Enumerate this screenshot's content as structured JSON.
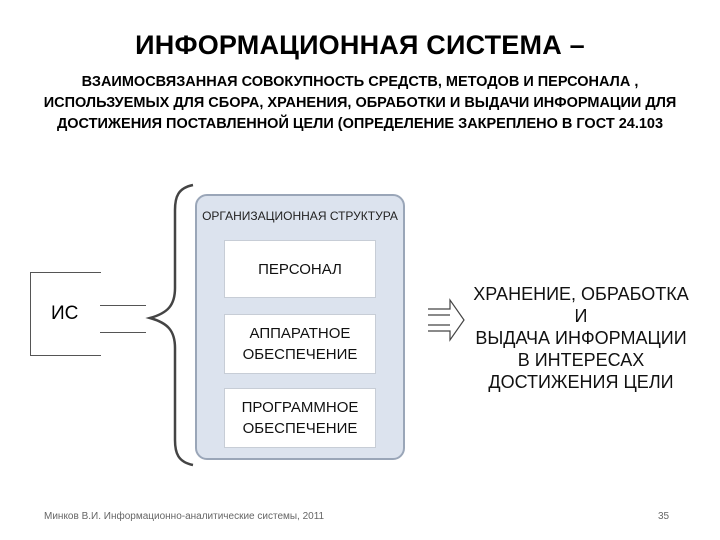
{
  "slide": {
    "title": "ИНФОРМАЦИОННАЯ СИСТЕМА –",
    "subtitle_lines": [
      "ВЗАИМОСВЯЗАННАЯ СОВОКУПНОСТЬ СРЕДСТВ, МЕТОДОВ И ПЕРСОНАЛА ,",
      "ИСПОЛЬЗУЕМЫХ ДЛЯ СБОРА, ХРАНЕНИЯ, ОБРАБОТКИ И ВЫДАЧИ ИНФОРМАЦИИ ДЛЯ",
      "ДОСТИЖЕНИЯ ПОСТАВЛЕННОЙ ЦЕЛИ (ОПРЕДЕЛЕНИЕ ЗАКРЕПЛЕНО В ГОСТ 24.103"
    ]
  },
  "diagram": {
    "is_label": "ИС",
    "panel_title": "ОРГАНИЗАЦИОННАЯ СТРУКТУРА",
    "components": [
      {
        "lines": [
          "ПЕРСОНАЛ"
        ]
      },
      {
        "lines": [
          "АППАРАТНОЕ",
          "ОБЕСПЕЧЕНИЕ"
        ]
      },
      {
        "lines": [
          "ПРОГРАММНОЕ",
          "ОБЕСПЕЧЕНИЕ"
        ]
      }
    ],
    "result_lines": [
      "ХРАНЕНИЕ, ОБРАБОТКА И",
      "ВЫДАЧА ИНФОРМАЦИИ",
      "В ИНТЕРЕСАХ",
      "ДОСТИЖЕНИЯ ЦЕЛИ"
    ],
    "colors": {
      "panel_fill": "#dce3ee",
      "panel_border": "#9aa6b8",
      "line": "#555555"
    }
  },
  "footer": {
    "source": "Минков В.И.  Информационно-аналитические системы, 2011",
    "page_number": "35"
  }
}
